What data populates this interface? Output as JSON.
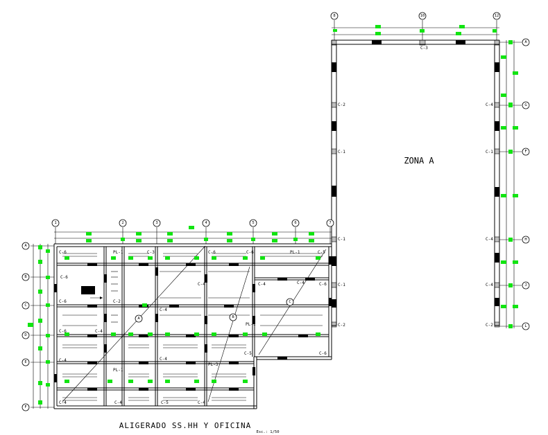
{
  "zone_label": "ZONA A",
  "title": "ALIGERADO SS.HH Y OFICINA",
  "scale": "Esc.: 1/50",
  "axes_top_small": [
    "1",
    "2",
    "3",
    "4",
    "5",
    "6",
    "7"
  ],
  "axes_top_large": [
    "8",
    "10",
    "12"
  ],
  "axes_left_small": [
    "A",
    "B",
    "C",
    "D",
    "E",
    "F"
  ],
  "axes_right_large": [
    "A",
    "G",
    "F",
    "H",
    "J",
    "L"
  ],
  "panel_tags": [
    "A",
    "B",
    "C"
  ],
  "column_labels": {
    "c1": "C-1",
    "c2": "C-2",
    "c3": "C-3",
    "c4": "C-4",
    "c5": "C-5",
    "c6": "C-6",
    "pl1": "PL-1",
    "pl2": "PL-2",
    "pl3": "PL-3",
    "c": "C-"
  },
  "colors": {
    "line": "#000000",
    "dimension_mark": "#12e412",
    "background": "#ffffff"
  }
}
